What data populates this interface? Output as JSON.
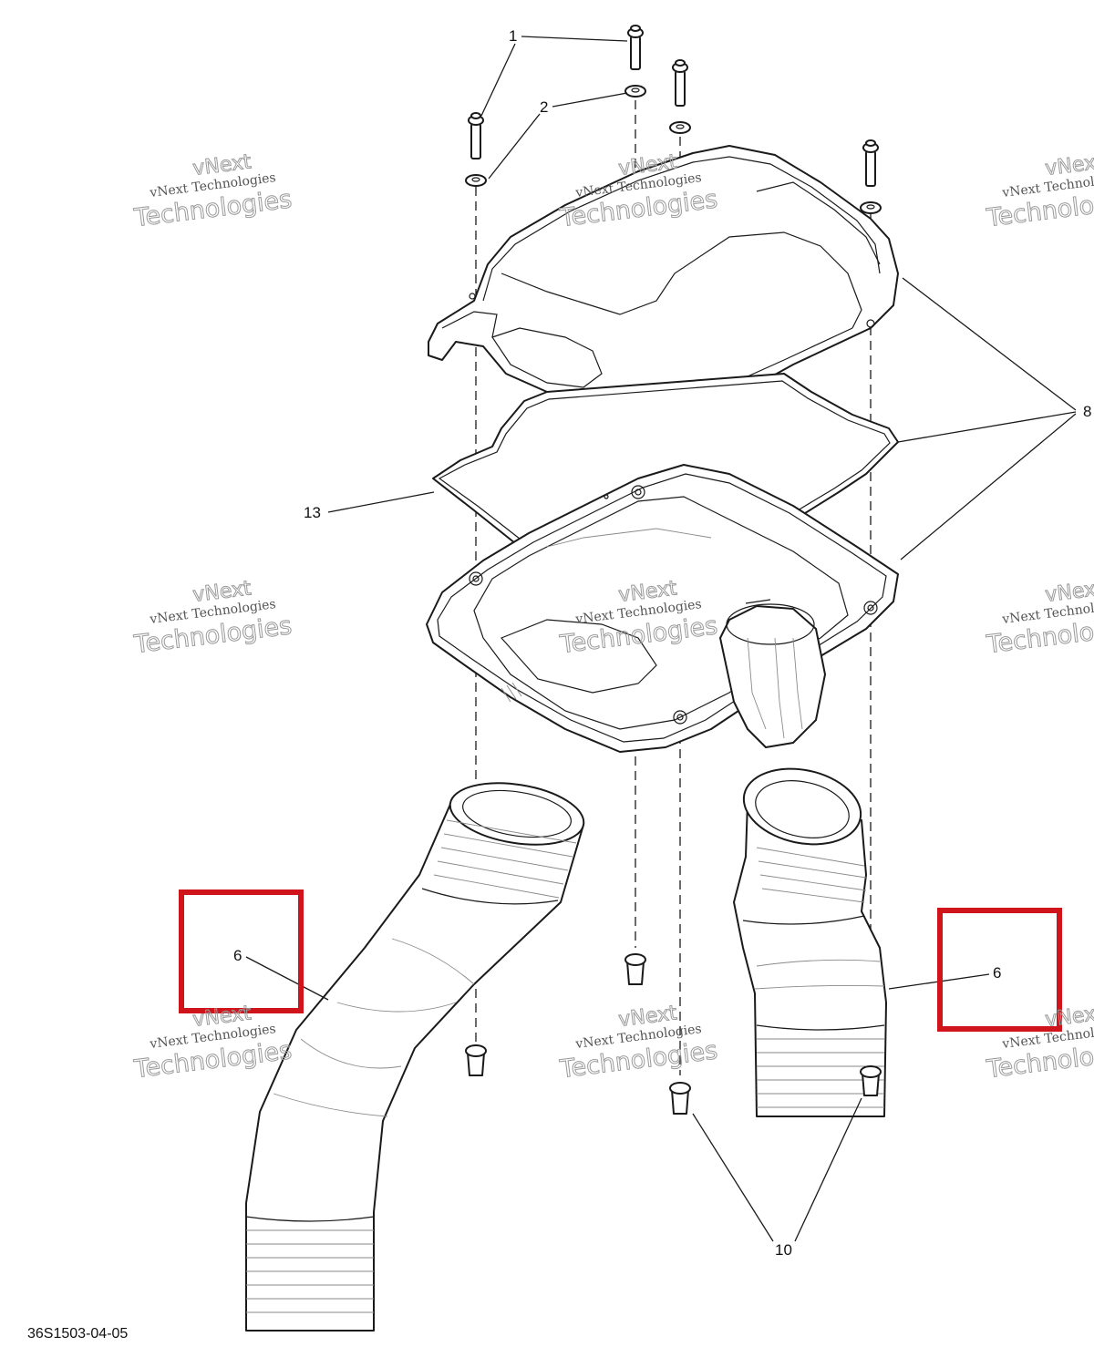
{
  "callouts": {
    "c1": "1",
    "c2": "2",
    "c8": "8",
    "c13": "13",
    "c6_left": "6",
    "c6_right": "6",
    "c10": "10"
  },
  "drawing_code": "36S1503-04-05",
  "watermark": {
    "line1": "vNext Technologies",
    "line2": "Technologies",
    "line3": "vNext"
  },
  "colors": {
    "highlight": "#d0141c",
    "ink": "#1a1a1a"
  }
}
